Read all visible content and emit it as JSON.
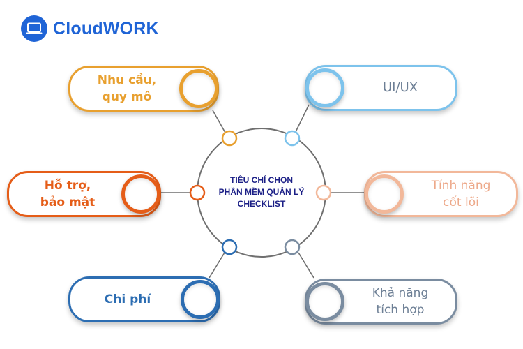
{
  "brand": {
    "name": "CloudWORK",
    "color": "#1f64d6",
    "icon": "laptop-icon"
  },
  "center": {
    "lines": [
      "TIÊU CHÍ CHỌN",
      "PHẦN MỀM QUẢN LÝ",
      "CHECKLIST"
    ]
  },
  "criteria": [
    {
      "id": "nhu-cau",
      "line1": "Nhu cầu,",
      "line2": "quy mô",
      "color": "#e8a02f"
    },
    {
      "id": "ui-ux",
      "line1": "UI/UX",
      "line2": "",
      "color": "#7dc3ec"
    },
    {
      "id": "ho-tro",
      "line1": "Hỗ trợ,",
      "line2": "bảo mật",
      "color": "#e55d18"
    },
    {
      "id": "tinh-nang",
      "line1": "Tính năng",
      "line2": "cốt lõi",
      "color": "#f2b89a"
    },
    {
      "id": "chi-phi",
      "line1": "Chi phí",
      "line2": "",
      "color": "#2c6db2"
    },
    {
      "id": "kha-nang",
      "line1": "Khả năng",
      "line2": "tích hợp",
      "color": "#7a8ca0"
    }
  ]
}
